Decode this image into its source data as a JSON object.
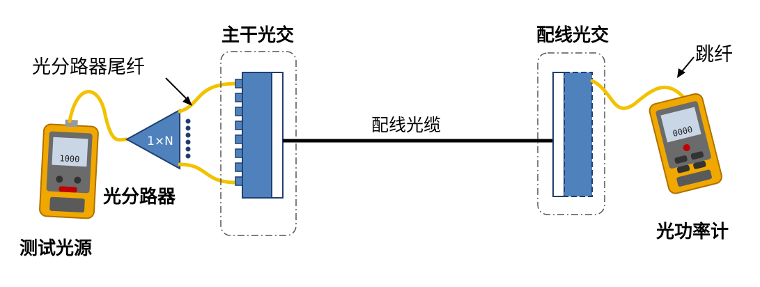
{
  "labels": {
    "test_light_source": "测试光源",
    "splitter_pigtail": "光分路器尾纤",
    "splitter": "光分路器",
    "splitter_ratio": "1×N",
    "main_cross_connect": "主干光交",
    "distribution_cross_connect": "配线光交",
    "distribution_cable": "配线光缆",
    "patch_cord": "跳纤",
    "optical_power_meter": "光功率计"
  },
  "device_screens": {
    "light_source_reading": "1000",
    "power_meter_reading": "0000"
  },
  "colors": {
    "fiber": "#f2c200",
    "panel_blue": "#4f81bd",
    "panel_border": "#1f3f6f",
    "device_yellow": "#f0a800",
    "cable": "#000000"
  }
}
